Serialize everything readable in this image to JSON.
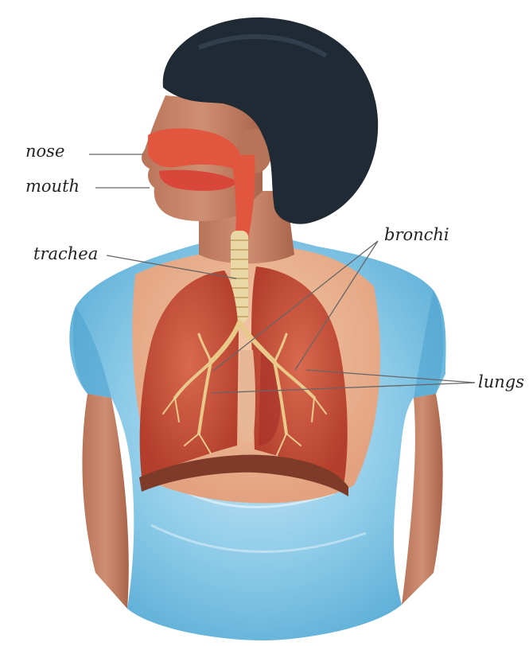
{
  "labels": {
    "nose": "nose",
    "mouth": "mouth",
    "trachea": "trachea",
    "bronchi": "bronchi",
    "lungs": "lungs"
  },
  "colors": {
    "hair": "#1f2a35",
    "skin": "#c9876a",
    "shirt": "#7cc3e3",
    "lung": "#c9523a",
    "airway": "#e2553f",
    "trachea_ring": "#e9d7a6",
    "diaphragm": "#7e3b2a",
    "leader_line": "#555555"
  },
  "illustration": "human-respiratory-system"
}
